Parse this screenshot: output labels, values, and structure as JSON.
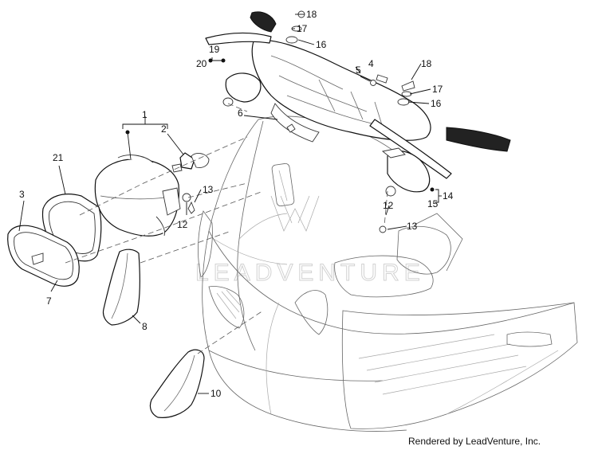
{
  "callouts": {
    "c1": "1",
    "c2": "2",
    "c3": "3",
    "c4": "4",
    "c5": "5",
    "c6": "6",
    "c7": "7",
    "c8": "8",
    "c10": "10",
    "c12a": "12",
    "c12b": "12",
    "c13a": "13",
    "c13b": "13",
    "c14": "14",
    "c15": "15",
    "c16a": "16",
    "c16b": "16",
    "c17a": "17",
    "c17b": "17",
    "c18a": "18",
    "c18b": "18",
    "c19": "19",
    "c20": "20",
    "c21": "21"
  },
  "watermark_text": "LEADVENTURE",
  "credit": "Rendered by LeadVenture, Inc."
}
